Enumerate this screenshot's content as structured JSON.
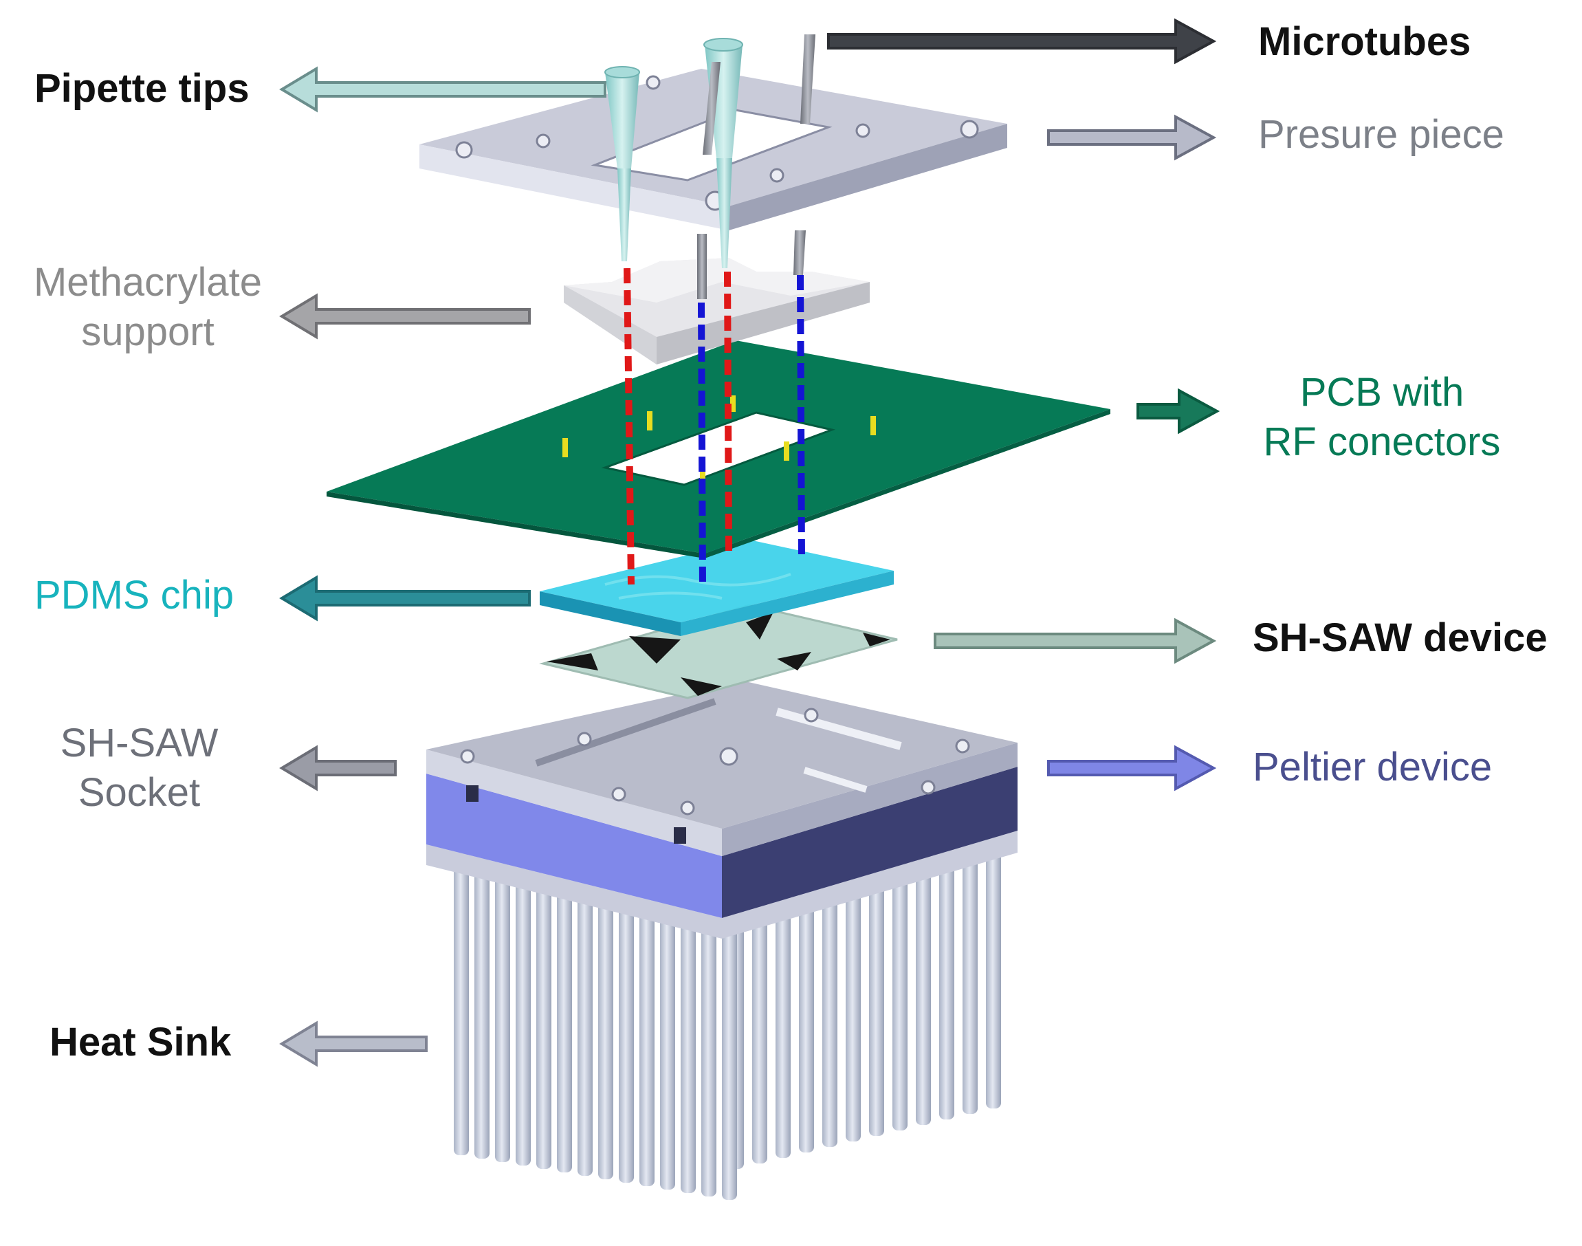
{
  "colors": {
    "black": "#111111",
    "gray_text": "#7c8088",
    "light_gray_text": "#8c8c8c",
    "pcb_green": "#067a56",
    "pdms_cyan": "#17b3bd",
    "peltier_blue": "#4a4f8e",
    "socket_gray_text": "#6d7079"
  },
  "labels": {
    "pipette_tips": "Pipette tips",
    "microtubes": "Microtubes",
    "pressure_piece": "Presure piece",
    "methacrylate_line1": "Methacrylate",
    "methacrylate_line2": "support",
    "pcb_line1": "PCB with",
    "pcb_line2": "RF conectors",
    "pdms_chip": "PDMS chip",
    "shsaw_device": "SH-SAW device",
    "socket_line1": "SH-SAW",
    "socket_line2": "Socket",
    "peltier_device": "Peltier device",
    "heat_sink": "Heat Sink"
  },
  "icons": {
    "arrows": "outlined-block-arrow-icon",
    "channel_lines": "dashed-flow-line"
  }
}
